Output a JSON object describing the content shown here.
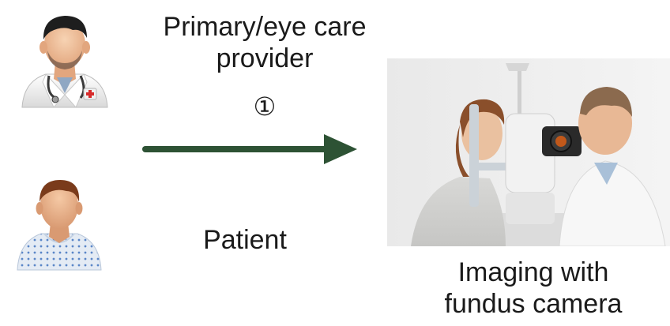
{
  "provider": {
    "line1": "Primary/eye care",
    "line2": "provider"
  },
  "step": {
    "marker": "①"
  },
  "patient": {
    "label": "Patient"
  },
  "imaging": {
    "line1": "Imaging with",
    "line2": "fundus camera"
  },
  "colors": {
    "arrow": "#2d5234",
    "skin": "#f1c29b",
    "hair_provider": "#1e1e1e",
    "hair_patient": "#7a3b1b",
    "coat": "#f4f4f4",
    "gown": "#dfe7f1",
    "gown_dots": "#5a86c8",
    "exam_background": "#eeeeee"
  },
  "icons": {
    "provider": "doctor-avatar-icon",
    "patient": "patient-avatar-icon",
    "arrow": "right-arrow-icon",
    "photo": "fundus-camera-exam-photo"
  }
}
